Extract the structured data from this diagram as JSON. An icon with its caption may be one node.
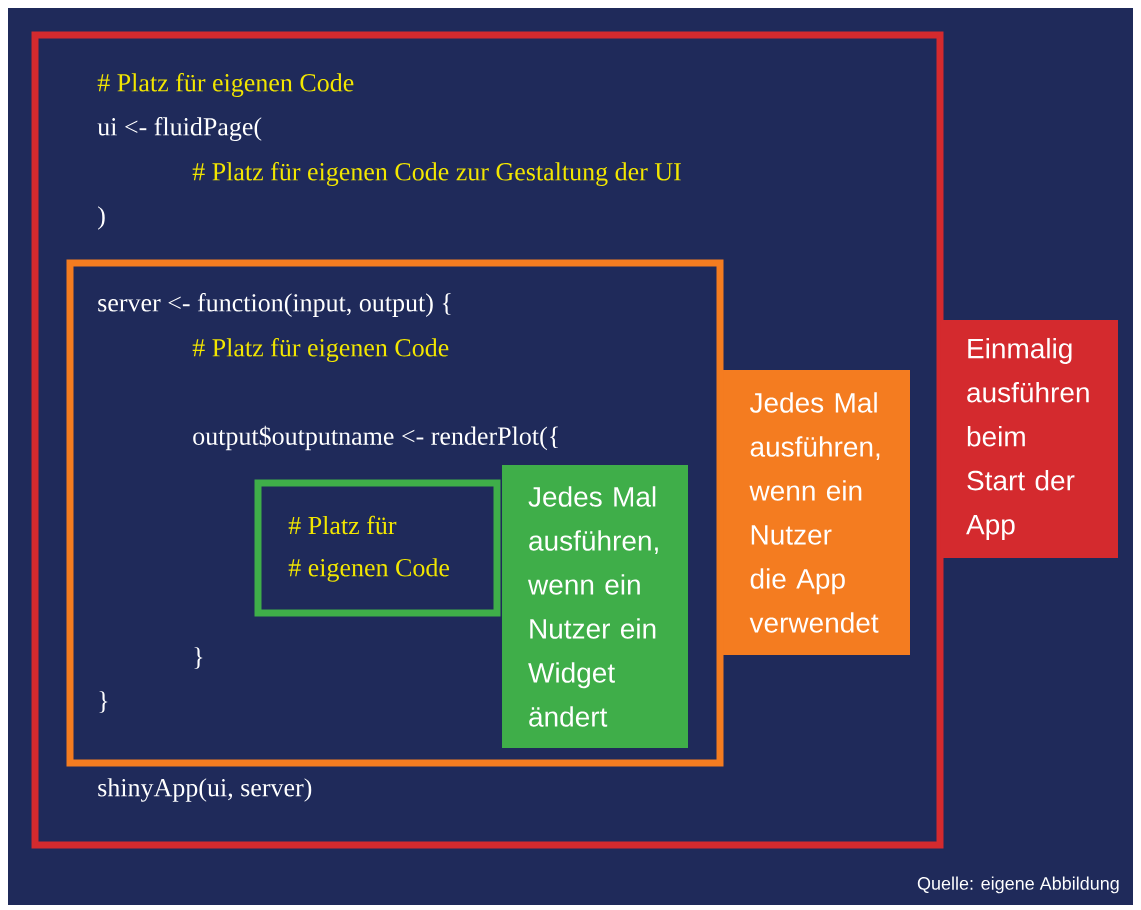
{
  "diagram": {
    "nodes": [
      {
        "text": [
          "# Platz für eigenen Code",
          "ui <- fluidPage(",
          "# Platz für eigenen Code zur Gestaltung der UI",
          ")",
          "shinyApp(ui, server)"
        ]
      },
      {
        "text": [
          "Einmalig ausführen beim Start der App"
        ]
      },
      {
        "text": [
          "server <- function(input, output) {",
          "# Platz für eigenen Code",
          "output$outputname <- renderPlot({",
          "}",
          "}"
        ],
        "in": 0
      },
      {
        "text": [
          "Jedes Mal ausführen, wenn ein Nutzer die App verwendet"
        ],
        "in": 0
      },
      {
        "text": [
          "# Platz für",
          "# eigenen Code"
        ],
        "in": 2
      },
      {
        "text": [
          "Jedes Mal ausführen, wenn ein Nutzer ein Widget ändert"
        ],
        "in": 2
      }
    ],
    "labels": [
      "Quelle: eigene Abbildung"
    ]
  }
}
